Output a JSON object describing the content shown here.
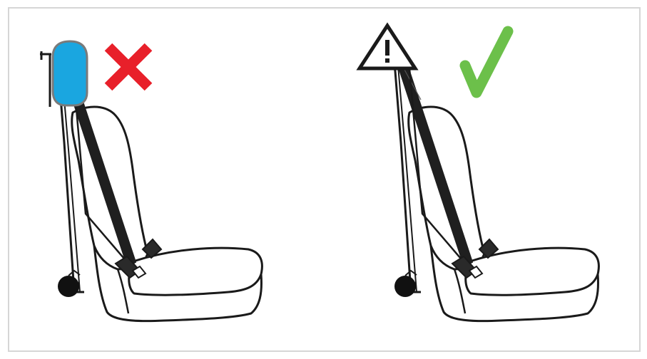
{
  "figure": {
    "panels": [
      {
        "id": "incorrect",
        "status": "incorrect",
        "status_icon": "red-x-icon",
        "headrest": "installed",
        "note_icon": null
      },
      {
        "id": "correct",
        "status": "correct",
        "status_icon": "green-checkmark-icon",
        "headrest": "removed",
        "note_icon": "warning-triangle-icon"
      }
    ]
  },
  "colors": {
    "border": "#d6d6d6",
    "outline": "#1a1a1a",
    "belt": "#1f1f1f",
    "headrest_fill": "#1aa6e0",
    "headrest_stroke": "#7a7a7a",
    "incorrect": "#e8202a",
    "correct": "#6cc04a"
  }
}
